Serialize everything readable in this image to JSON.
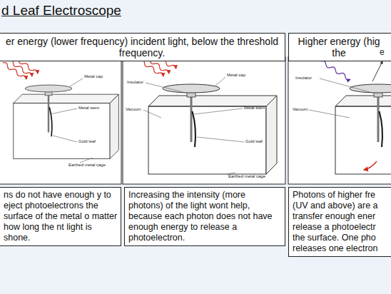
{
  "diagram": {
    "title": "d Leaf Electroscope",
    "nodes": [
      {
        "text": [
          "er energy (lower frequency) incident light, below the threshold frequency."
        ]
      },
      {
        "text": [
          "Higher energy (hig the"
        ]
      },
      {
        "text": [
          "ns do not have enough y to eject photoelectrons the surface of the metal o matter how long the nt light is shone."
        ]
      },
      {
        "text": [
          "Increasing the intensity (more photons) of the light wont help, because each photon does not have enough energy to release a photoelectron."
        ]
      },
      {
        "text": [
          "Photons of higher fre (UV and above) are a transfer enough ener release a photoelectr the surface. One pho releases one electron"
        ]
      }
    ],
    "labels": [
      "Metal cap",
      "Metal stem",
      "Gold leaf",
      "Earthed metal cage",
      "Insulator",
      "Metal cap",
      "Vacuum",
      "Metal stem",
      "Gold leaf",
      "Earthed metal cage",
      "Insulator",
      "Vacuum",
      "e"
    ]
  }
}
